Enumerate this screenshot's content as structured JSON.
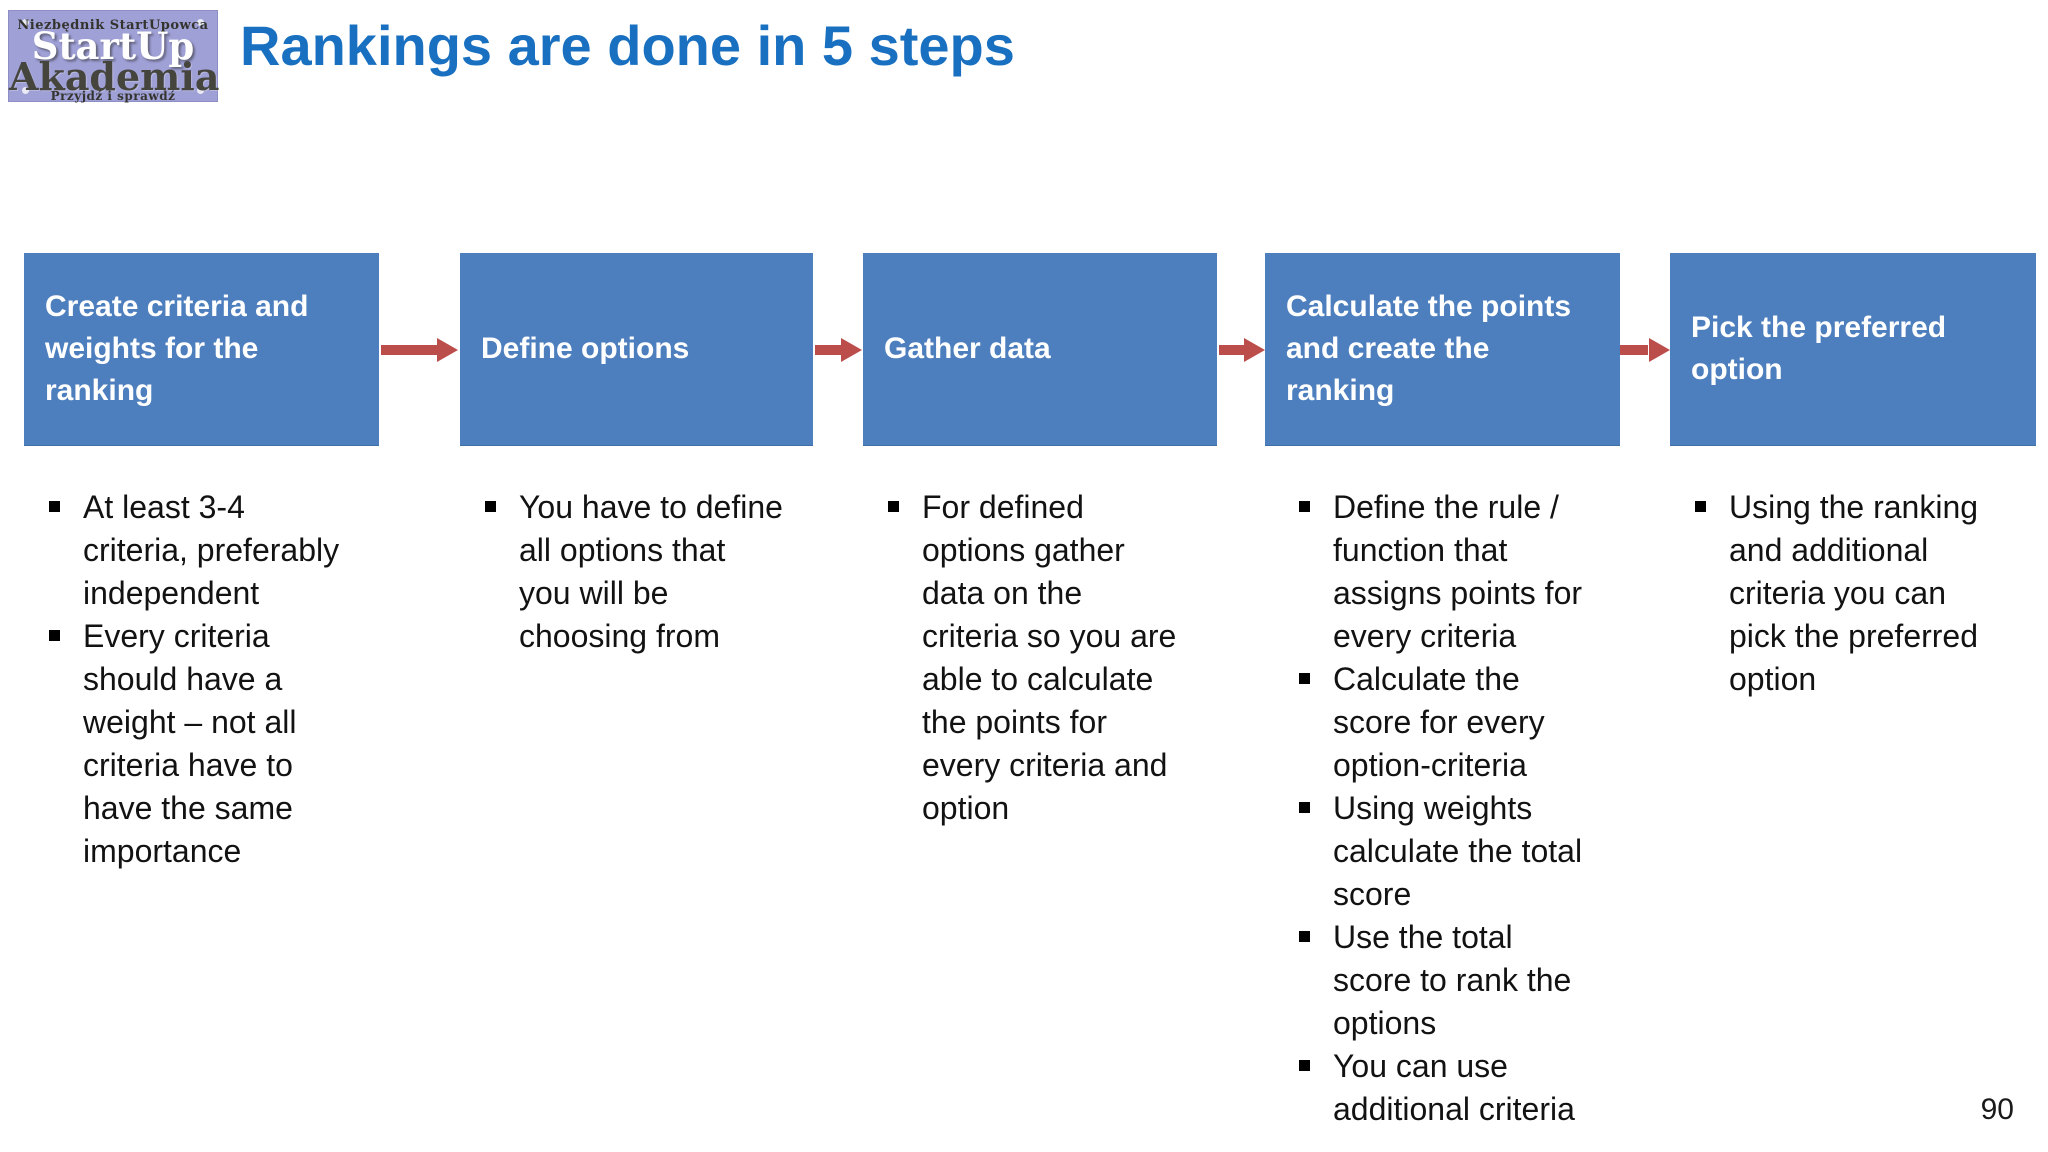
{
  "logo": {
    "top_text": "Niezbędnik StartUpowca",
    "main_line1": "StartUp",
    "main_line2": "Akademia",
    "bottom_text": "Przyjdź i sprawdź"
  },
  "title": "Rankings are done in 5 steps",
  "page_number": "90",
  "colors": {
    "box_blue": "#4d7ebe",
    "arrow_red": "#bb4e4a",
    "title_blue": "#1a70c0",
    "logo_background": "#9fa0d6",
    "bullet_text": "#121212"
  },
  "steps": [
    {
      "title": "Create criteria and weights for the ranking",
      "bullets": [
        "At least 3-4 criteria, preferably independent",
        "Every criteria should have a weight – not all criteria have to have the same importance"
      ]
    },
    {
      "title": "Define options",
      "bullets": [
        "You have to define all options that you will be choosing from"
      ]
    },
    {
      "title": "Gather data",
      "bullets": [
        "For defined options gather data on the criteria so you are able to calculate the points for every criteria and option"
      ]
    },
    {
      "title": "Calculate the points and create the ranking",
      "bullets": [
        "Define the rule / function that assigns points for every criteria",
        "Calculate the score for every option-criteria",
        "Using weights calculate the total score",
        "Use the total score to rank the options",
        "You can use additional criteria"
      ]
    },
    {
      "title": "Pick the preferred option",
      "bullets": [
        "Using the ranking and additional criteria you can pick the preferred option"
      ]
    }
  ]
}
